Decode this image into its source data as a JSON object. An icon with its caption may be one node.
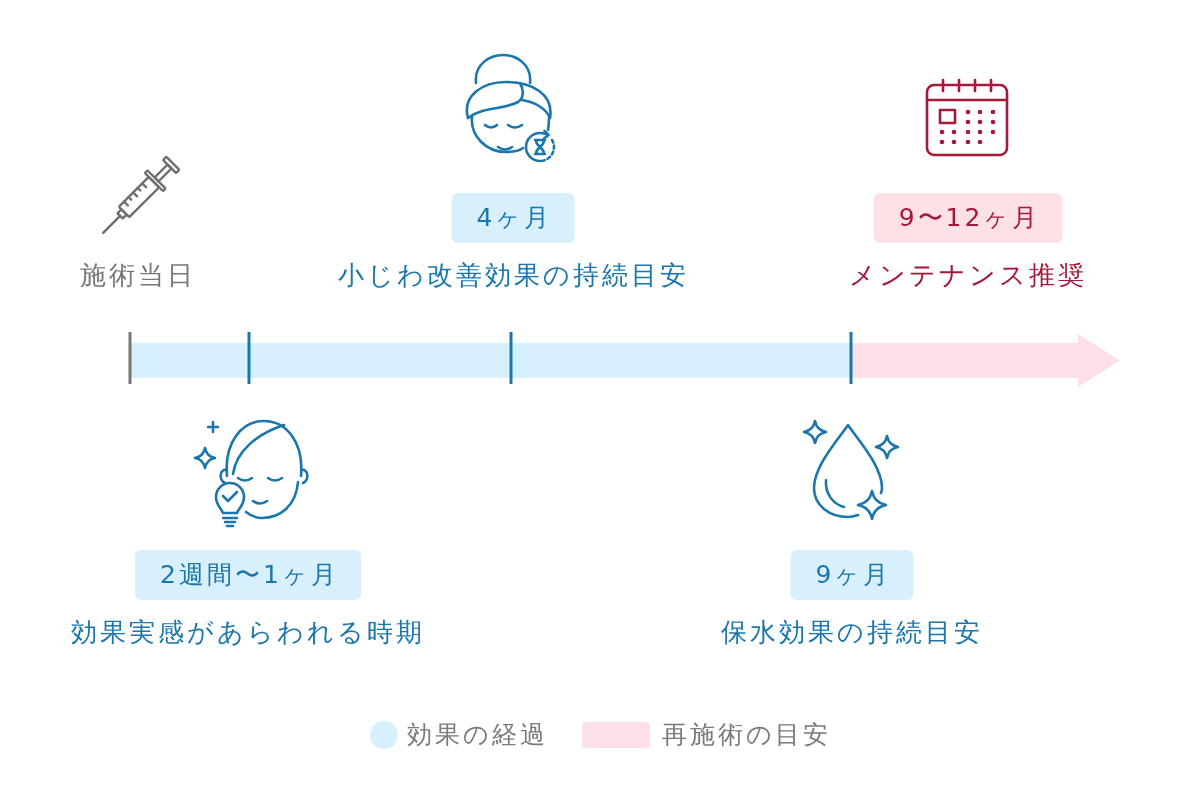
{
  "diagram": {
    "nodes": [
      {
        "text": [
          "4ヶ月"
        ],
        "beside": [
          "小じわ改善効果の持続目安"
        ]
      },
      {
        "text": [
          "9〜12ヶ月"
        ],
        "beside": [
          "メンテナンス推奨"
        ]
      },
      {
        "text": [
          "2週間〜1ヶ月"
        ],
        "beside": [
          "効果実感があらわれる時期"
        ]
      },
      {
        "text": [
          "9ヶ月"
        ],
        "beside": [
          "保水効果の持続目安"
        ]
      }
    ],
    "labels": [
      "施術当日"
    ],
    "legend": [
      {
        "text": "効果の経過",
        "color": "#d6f1fd"
      },
      {
        "text": "再施術の目安",
        "color": "#fde0e7"
      }
    ]
  }
}
